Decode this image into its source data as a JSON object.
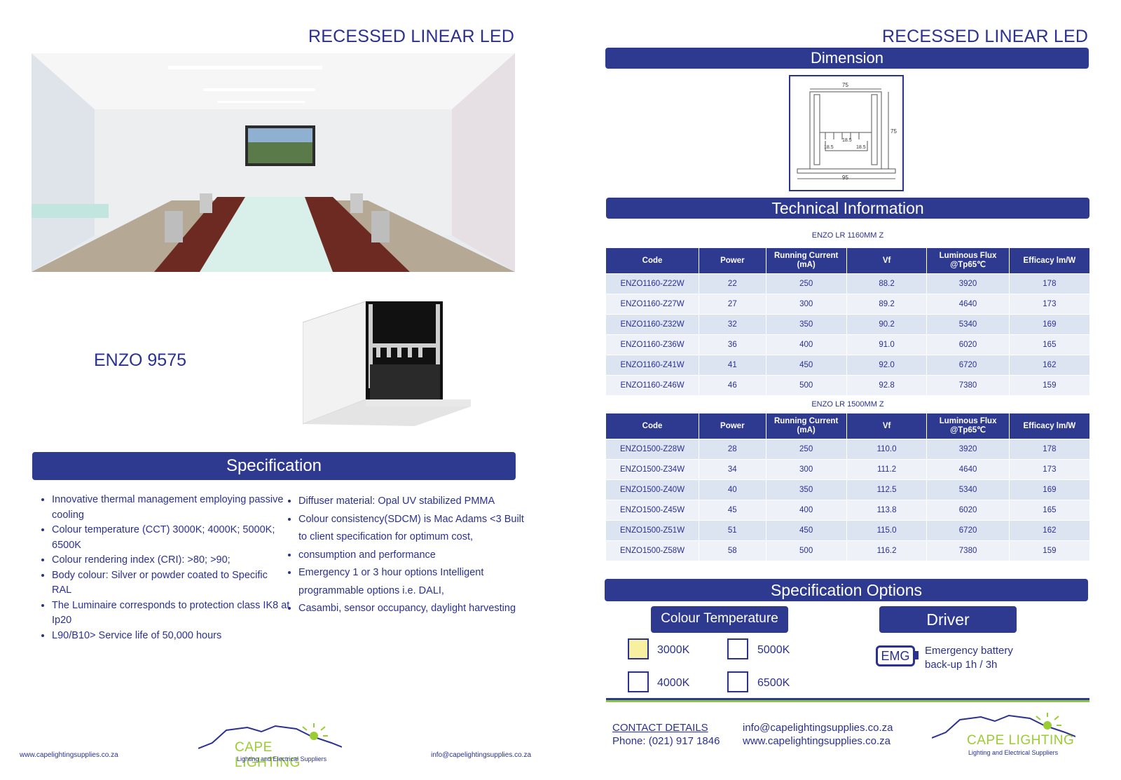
{
  "left": {
    "title": "RECESSED LINEAR LED",
    "product_name": "ENZO 9575",
    "spec_title": "Specification",
    "spec_col1": [
      "Innovative thermal management employing passive cooling",
      "Colour temperature (CCT) 3000K; 4000K; 5000K; 6500K",
      "Colour rendering index (CRI): >80; >90;",
      "Body colour: Silver or powder coated to Specific RAL",
      "The Luminaire corresponds to protection class IK8 at Ip20",
      "L90/B10> Service life of 50,000 hours"
    ],
    "spec_col2": [
      "Diffuser material: Opal UV stabilized PMMA",
      "Colour consistency(SDCM) is Mac Adams <3 Built to client specification for optimum cost,",
      "consumption and performance",
      "Emergency 1 or 3 hour options Intelligent programmable options i.e. DALI,",
      "Casambi, sensor occupancy, daylight harvesting"
    ],
    "footer_web": "www.capelightingsupplies.co.za",
    "footer_email": "info@capelightingsupplies.co.za",
    "logo_text": "CAPE LIGHTING",
    "logo_sub": "Lighting and Electrical Suppliers"
  },
  "right": {
    "title": "RECESSED LINEAR LED",
    "dimension_title": "Dimension",
    "dimension_labels": {
      "top": "75",
      "side": "75",
      "bottom": "95",
      "a": "18.5",
      "b": "18.5",
      "c": "18.5"
    },
    "tech_title": "Technical Information",
    "table_headers": [
      "Code",
      "Power",
      "Running Current (mA)",
      "Vf",
      "Luminous Flux @Tp65℃",
      "Efficacy lm/W"
    ],
    "table1_caption": "ENZO LR 1160MM Z",
    "table1_rows": [
      [
        "ENZO1160-Z22W",
        "22",
        "250",
        "88.2",
        "3920",
        "178"
      ],
      [
        "ENZO1160-Z27W",
        "27",
        "300",
        "89.2",
        "4640",
        "173"
      ],
      [
        "ENZO1160-Z32W",
        "32",
        "350",
        "90.2",
        "5340",
        "169"
      ],
      [
        "ENZO1160-Z36W",
        "36",
        "400",
        "91.0",
        "6020",
        "165"
      ],
      [
        "ENZO1160-Z41W",
        "41",
        "450",
        "92.0",
        "6720",
        "162"
      ],
      [
        "ENZO1160-Z46W",
        "46",
        "500",
        "92.8",
        "7380",
        "159"
      ]
    ],
    "table2_caption": "ENZO LR 1500MM Z",
    "table2_rows": [
      [
        "ENZO1500-Z28W",
        "28",
        "250",
        "110.0",
        "3920",
        "178"
      ],
      [
        "ENZO1500-Z34W",
        "34",
        "300",
        "111.2",
        "4640",
        "173"
      ],
      [
        "ENZO1500-Z40W",
        "40",
        "350",
        "112.5",
        "5340",
        "169"
      ],
      [
        "ENZO1500-Z45W",
        "45",
        "400",
        "113.8",
        "6020",
        "165"
      ],
      [
        "ENZO1500-Z51W",
        "51",
        "450",
        "115.0",
        "6720",
        "162"
      ],
      [
        "ENZO1500-Z58W",
        "58",
        "500",
        "116.2",
        "7380",
        "159"
      ]
    ],
    "options_title": "Specification Options",
    "colour_title": "Colour Temperature",
    "colour_options": [
      "3000K",
      "5000K",
      "4000K",
      "6500K"
    ],
    "driver_title": "Driver",
    "emg_badge": "EMG",
    "emg_text_1": "Emergency battery",
    "emg_text_2": "back-up 1h / 3h",
    "contact_label": "CONTACT DETAILS",
    "contact_phone": "Phone: (021) 917 1846",
    "contact_email": "info@capelightingsupplies.co.za",
    "contact_web": "www.capelightingsupplies.co.za",
    "logo_text": "CAPE LIGHTING",
    "logo_sub": "Lighting and Electrical Suppliers"
  },
  "colors": {
    "brand_blue": "#2e3a8f",
    "accent_green": "#8cc63f",
    "highlight_yellow": "#f7f0a0"
  }
}
